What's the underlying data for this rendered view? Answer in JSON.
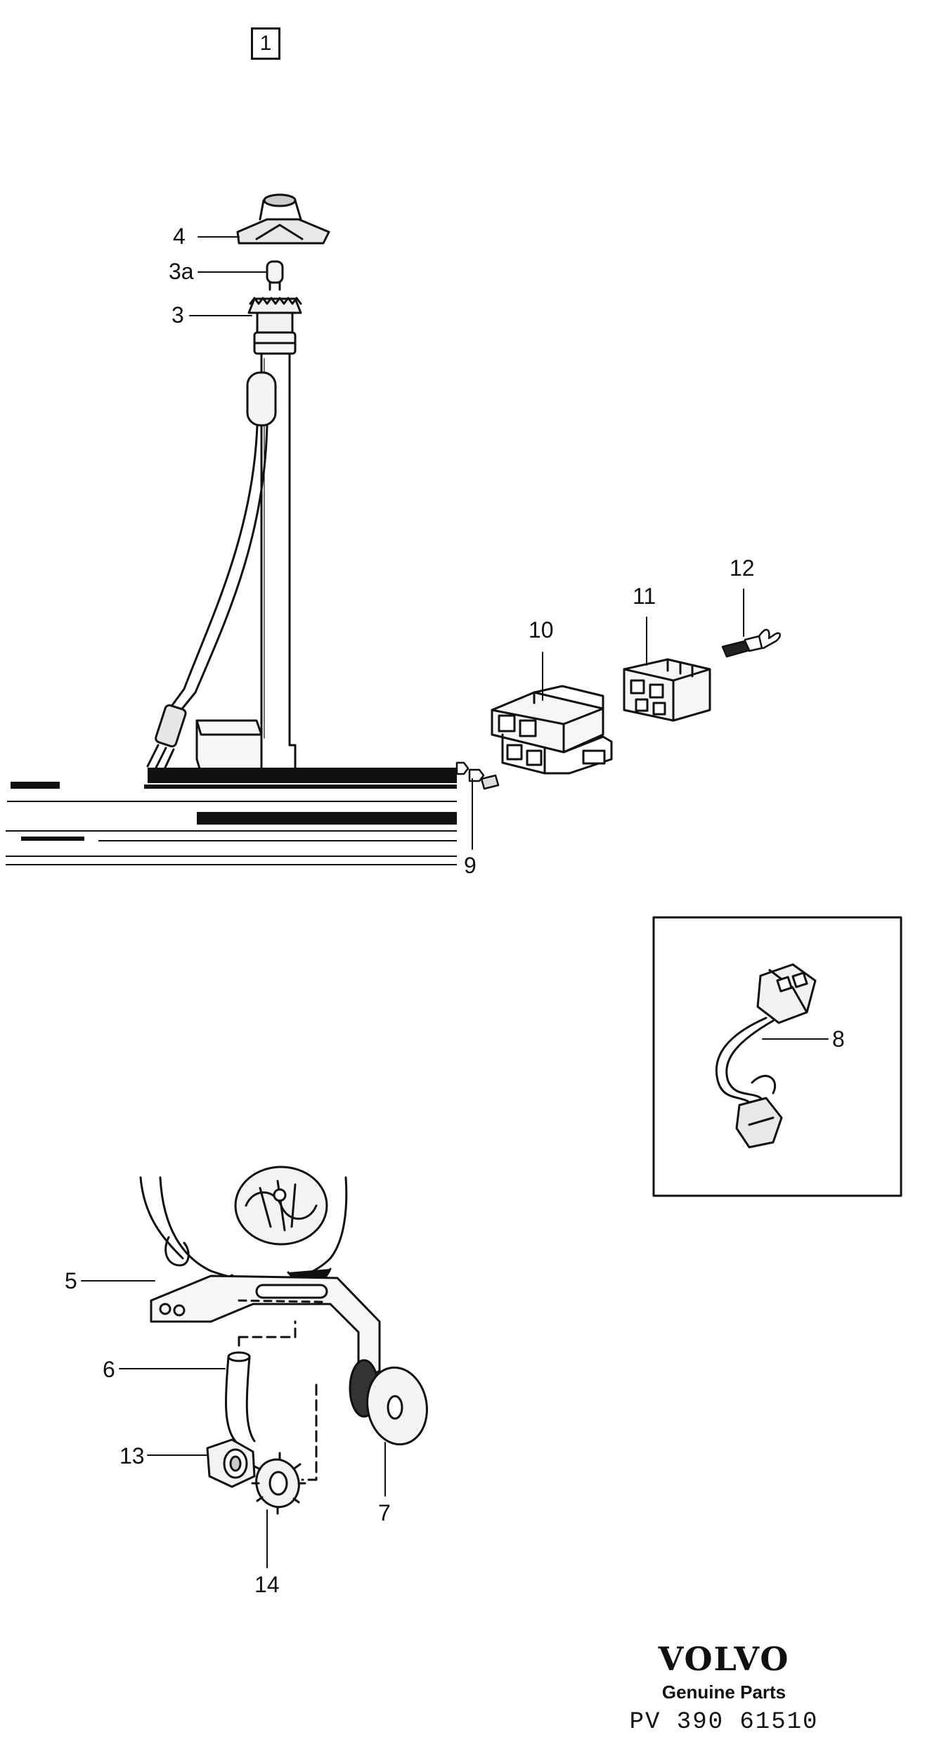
{
  "page_marker": "1",
  "callouts": {
    "c3": "3",
    "c3a": "3a",
    "c4": "4",
    "c5": "5",
    "c6": "6",
    "c7": "7",
    "c8": "8",
    "c9": "9",
    "c10": "10",
    "c11": "11",
    "c12": "12",
    "c13": "13",
    "c14": "14"
  },
  "brand": {
    "logo": "VOLVO",
    "subtitle": "Genuine Parts",
    "code": "PV 390 61510"
  }
}
